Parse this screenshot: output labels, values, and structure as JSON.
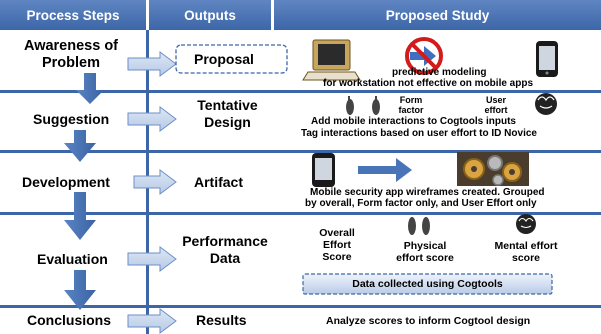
{
  "headers": {
    "process_steps": "Process Steps",
    "outputs": "Outputs",
    "proposed_study": "Proposed Study"
  },
  "steps": [
    {
      "label": "Awareness of Problem",
      "line1": "Awareness of",
      "line2": "Problem"
    },
    {
      "label": "Suggestion"
    },
    {
      "label": "Development"
    },
    {
      "label": "Evaluation"
    },
    {
      "label": "Conclusions"
    }
  ],
  "outputs": [
    {
      "label": "Proposal"
    },
    {
      "line1": "Tentative",
      "line2": "Design"
    },
    {
      "label": "Artifact"
    },
    {
      "line1": "Performance",
      "line2": "Data"
    },
    {
      "label": "Results"
    }
  ],
  "study": {
    "row1": {
      "text1": "predictive modeling",
      "text2": "for workstation not effective on mobile apps"
    },
    "row2": {
      "form_factor_1": "Form",
      "form_factor_2": "factor",
      "user_effort_1": "User",
      "user_effort_2": "effort",
      "line1": "Add mobile interactions to  Cogtools inputs",
      "line2": "Tag interactions based on user effort to ID Novice"
    },
    "row3": {
      "line1": "Mobile security app wireframes created.  Grouped",
      "line2": "by  overall, Form factor only, and User Effort only"
    },
    "row4": {
      "overall_1": "Overall",
      "overall_2": "Effort",
      "overall_3": "Score",
      "physical_1": "Physical",
      "physical_2": "effort score",
      "mental_1": "Mental effort",
      "mental_2": "score",
      "data_box": "Data collected using Cogtools"
    },
    "row5": {
      "text": "Analyze  scores to inform Cogtool design"
    }
  },
  "colors": {
    "header_blue": "#3d66a8",
    "arrow_blue": "#4a74b8",
    "arrow_light": "#c9d7ec"
  }
}
